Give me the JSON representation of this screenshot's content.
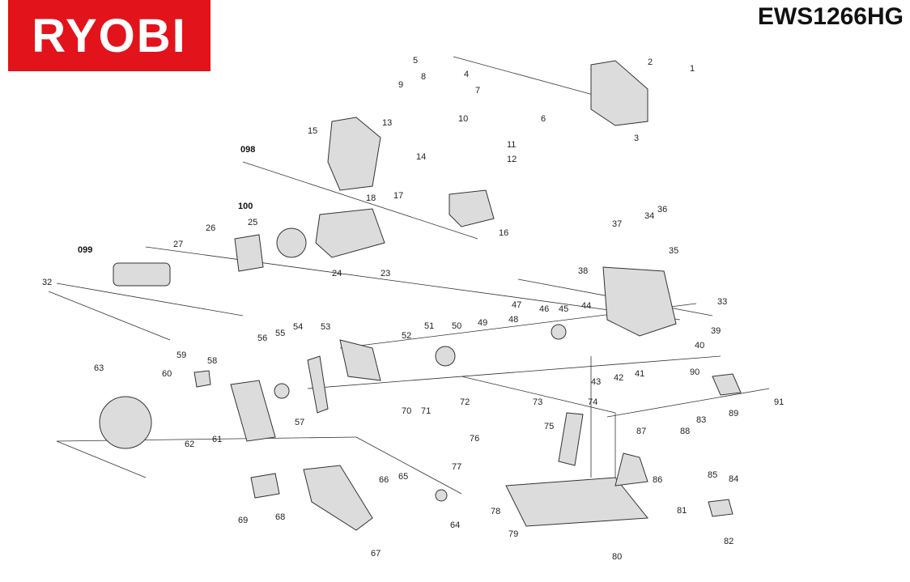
{
  "brand": "RYOBI",
  "model": "EWS1266HG",
  "colors": {
    "brand_red": "#e3131b",
    "line": "#333333",
    "part_fill": "#d9d9d9"
  },
  "labels": {
    "p1": "1",
    "p2": "2",
    "p3": "3",
    "p4": "4",
    "p5": "5",
    "p6": "6",
    "p7": "7",
    "p8": "8",
    "p9": "9",
    "p10": "10",
    "p11": "11",
    "p12": "12",
    "p13": "13",
    "p14": "14",
    "p15": "15",
    "p16": "16",
    "p17": "17",
    "p18": "18",
    "p23": "23",
    "p24": "24",
    "p25": "25",
    "p26": "26",
    "p27": "27",
    "p32": "32",
    "p33": "33",
    "p34": "34",
    "p35": "35",
    "p36": "36",
    "p37": "37",
    "p38": "38",
    "p39": "39",
    "p40": "40",
    "p41": "41",
    "p42": "42",
    "p43": "43",
    "p44": "44",
    "p45": "45",
    "p46": "46",
    "p47": "47",
    "p48": "48",
    "p49": "49",
    "p50": "50",
    "p51": "51",
    "p52": "52",
    "p53": "53",
    "p54": "54",
    "p55": "55",
    "p56": "56",
    "p57": "57",
    "p58": "58",
    "p59": "59",
    "p60": "60",
    "p61": "61",
    "p62": "62",
    "p63": "63",
    "p64": "64",
    "p65": "65",
    "p66": "66",
    "p67": "67",
    "p68": "68",
    "p69": "69",
    "p70": "70",
    "p71": "71",
    "p72": "72",
    "p73": "73",
    "p74": "74",
    "p75": "75",
    "p76": "76",
    "p77": "77",
    "p78": "78",
    "p79": "79",
    "p80": "80",
    "p81": "81",
    "p82": "82",
    "p83": "83",
    "p84": "84",
    "p85": "85",
    "p86": "86",
    "p87": "87",
    "p88": "88",
    "p89": "89",
    "p90": "90",
    "p91": "91",
    "p098": "098",
    "p099": "099",
    "p100": "100"
  }
}
